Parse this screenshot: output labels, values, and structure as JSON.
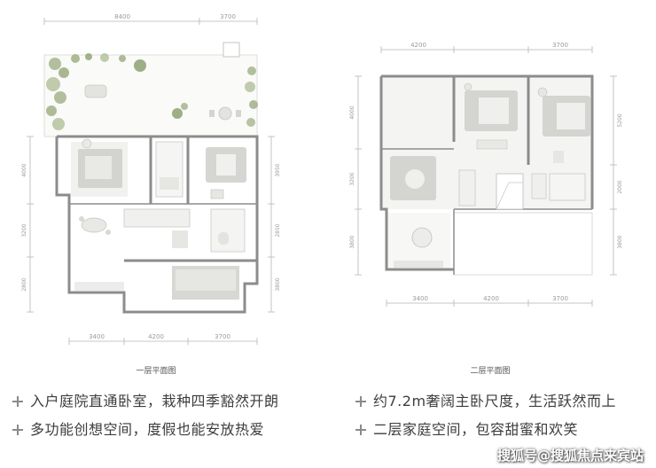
{
  "floor1": {
    "title": "一层平面图",
    "dims_top": [
      "8400",
      "3700"
    ],
    "dims_bottom": [
      "3400",
      "4200",
      "3700"
    ],
    "dims_left": [
      "4000",
      "3200",
      "2800"
    ],
    "dims_right": [
      "3950",
      "2850",
      "3800"
    ]
  },
  "floor2": {
    "title": "二层平面图",
    "dims_top": [
      "4200",
      "3700"
    ],
    "dims_bottom": [
      "3400",
      "4200",
      "3700"
    ],
    "dims_left": [
      "4000",
      "3200",
      "3800"
    ],
    "dims_right": [
      "5200",
      "2000",
      "3800"
    ]
  },
  "bullets_left": [
    "入户庭院直通卧室，栽种四季豁然开朗",
    "多功能创想空间，度假也能安放热爱"
  ],
  "bullets_right": [
    "约7.2m奢阔主卧尺度，生活跃然而上",
    "二层家庭空间，包容甜蜜和欢笑"
  ],
  "watermark": "搜狐号@搜狐焦点来宾站",
  "colors": {
    "wall": "#8c8c8c",
    "floor_fill": "#f3f3f1",
    "furniture": "#c9c9c7",
    "greenery": "#9aab7e",
    "dim_line": "#b5b5b5",
    "text": "#3d3d3d"
  }
}
